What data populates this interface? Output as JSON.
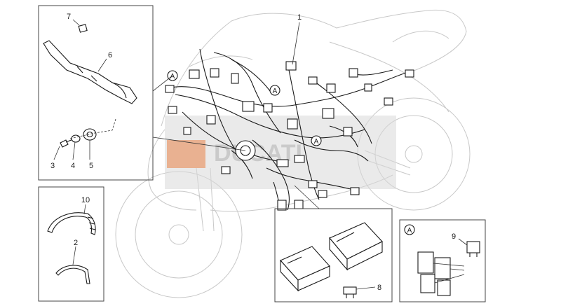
{
  "diagram": {
    "labels": {
      "p1": "1",
      "p2": "2",
      "p3": "3",
      "p4": "4",
      "p5": "5",
      "p6": "6",
      "p7": "7",
      "p8": "8",
      "p9": "9",
      "p10": "10"
    },
    "callouts": {
      "a_main_left": "A",
      "a_main_center": "A",
      "a_main_right": "A",
      "a_inset": "A"
    }
  }
}
